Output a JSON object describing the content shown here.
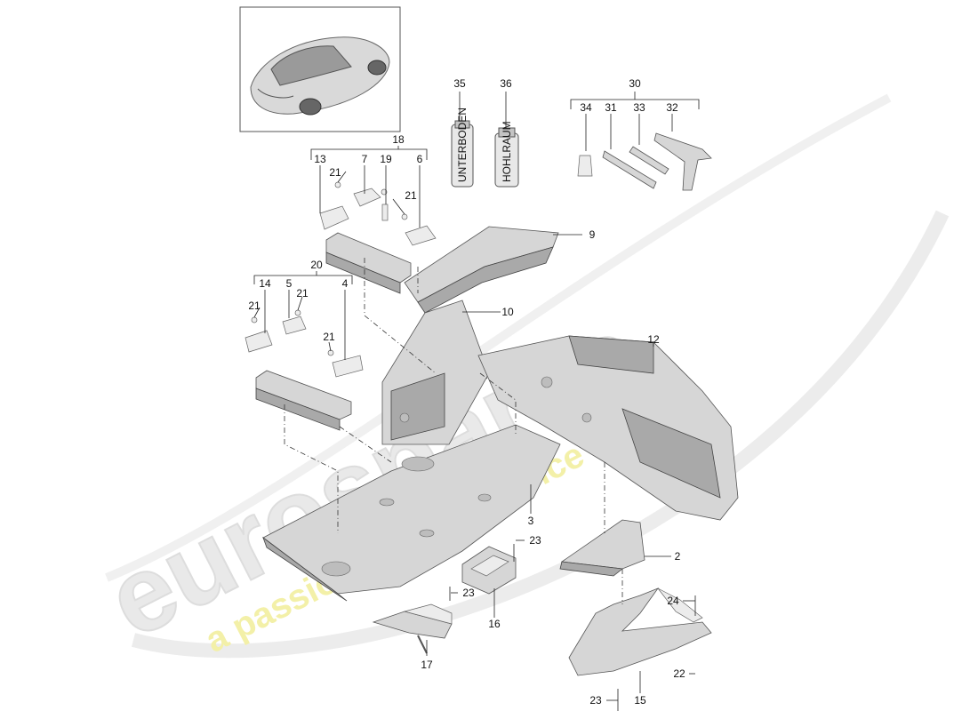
{
  "watermark": {
    "brand": "eurospares",
    "tagline": "a passion for parts since 1985"
  },
  "sprays": {
    "spray_35": "UNTERBODEN",
    "spray_36": "HOHLRAUM"
  },
  "callouts": {
    "c2": "2",
    "c3": "3",
    "c4": "4",
    "c5": "5",
    "c6": "6",
    "c7": "7",
    "c9": "9",
    "c10": "10",
    "c12": "12",
    "c13": "13",
    "c14": "14",
    "c15": "15",
    "c16": "16",
    "c17": "17",
    "c18": "18",
    "c19": "19",
    "c20": "20",
    "c21a": "21",
    "c21b": "21",
    "c21c": "21",
    "c21d": "21",
    "c21e": "21",
    "c22": "22",
    "c23a": "23",
    "c23b": "23",
    "c23c": "23",
    "c24": "24",
    "c30": "30",
    "c31": "31",
    "c32": "32",
    "c33": "33",
    "c34": "34",
    "c35": "35",
    "c36": "36"
  },
  "colors": {
    "part_fill": "#d6d6d6",
    "part_shadow": "#a9a9a9",
    "watermark_gray": "#e6e6e6",
    "watermark_yellow": "#f3f0a8"
  }
}
